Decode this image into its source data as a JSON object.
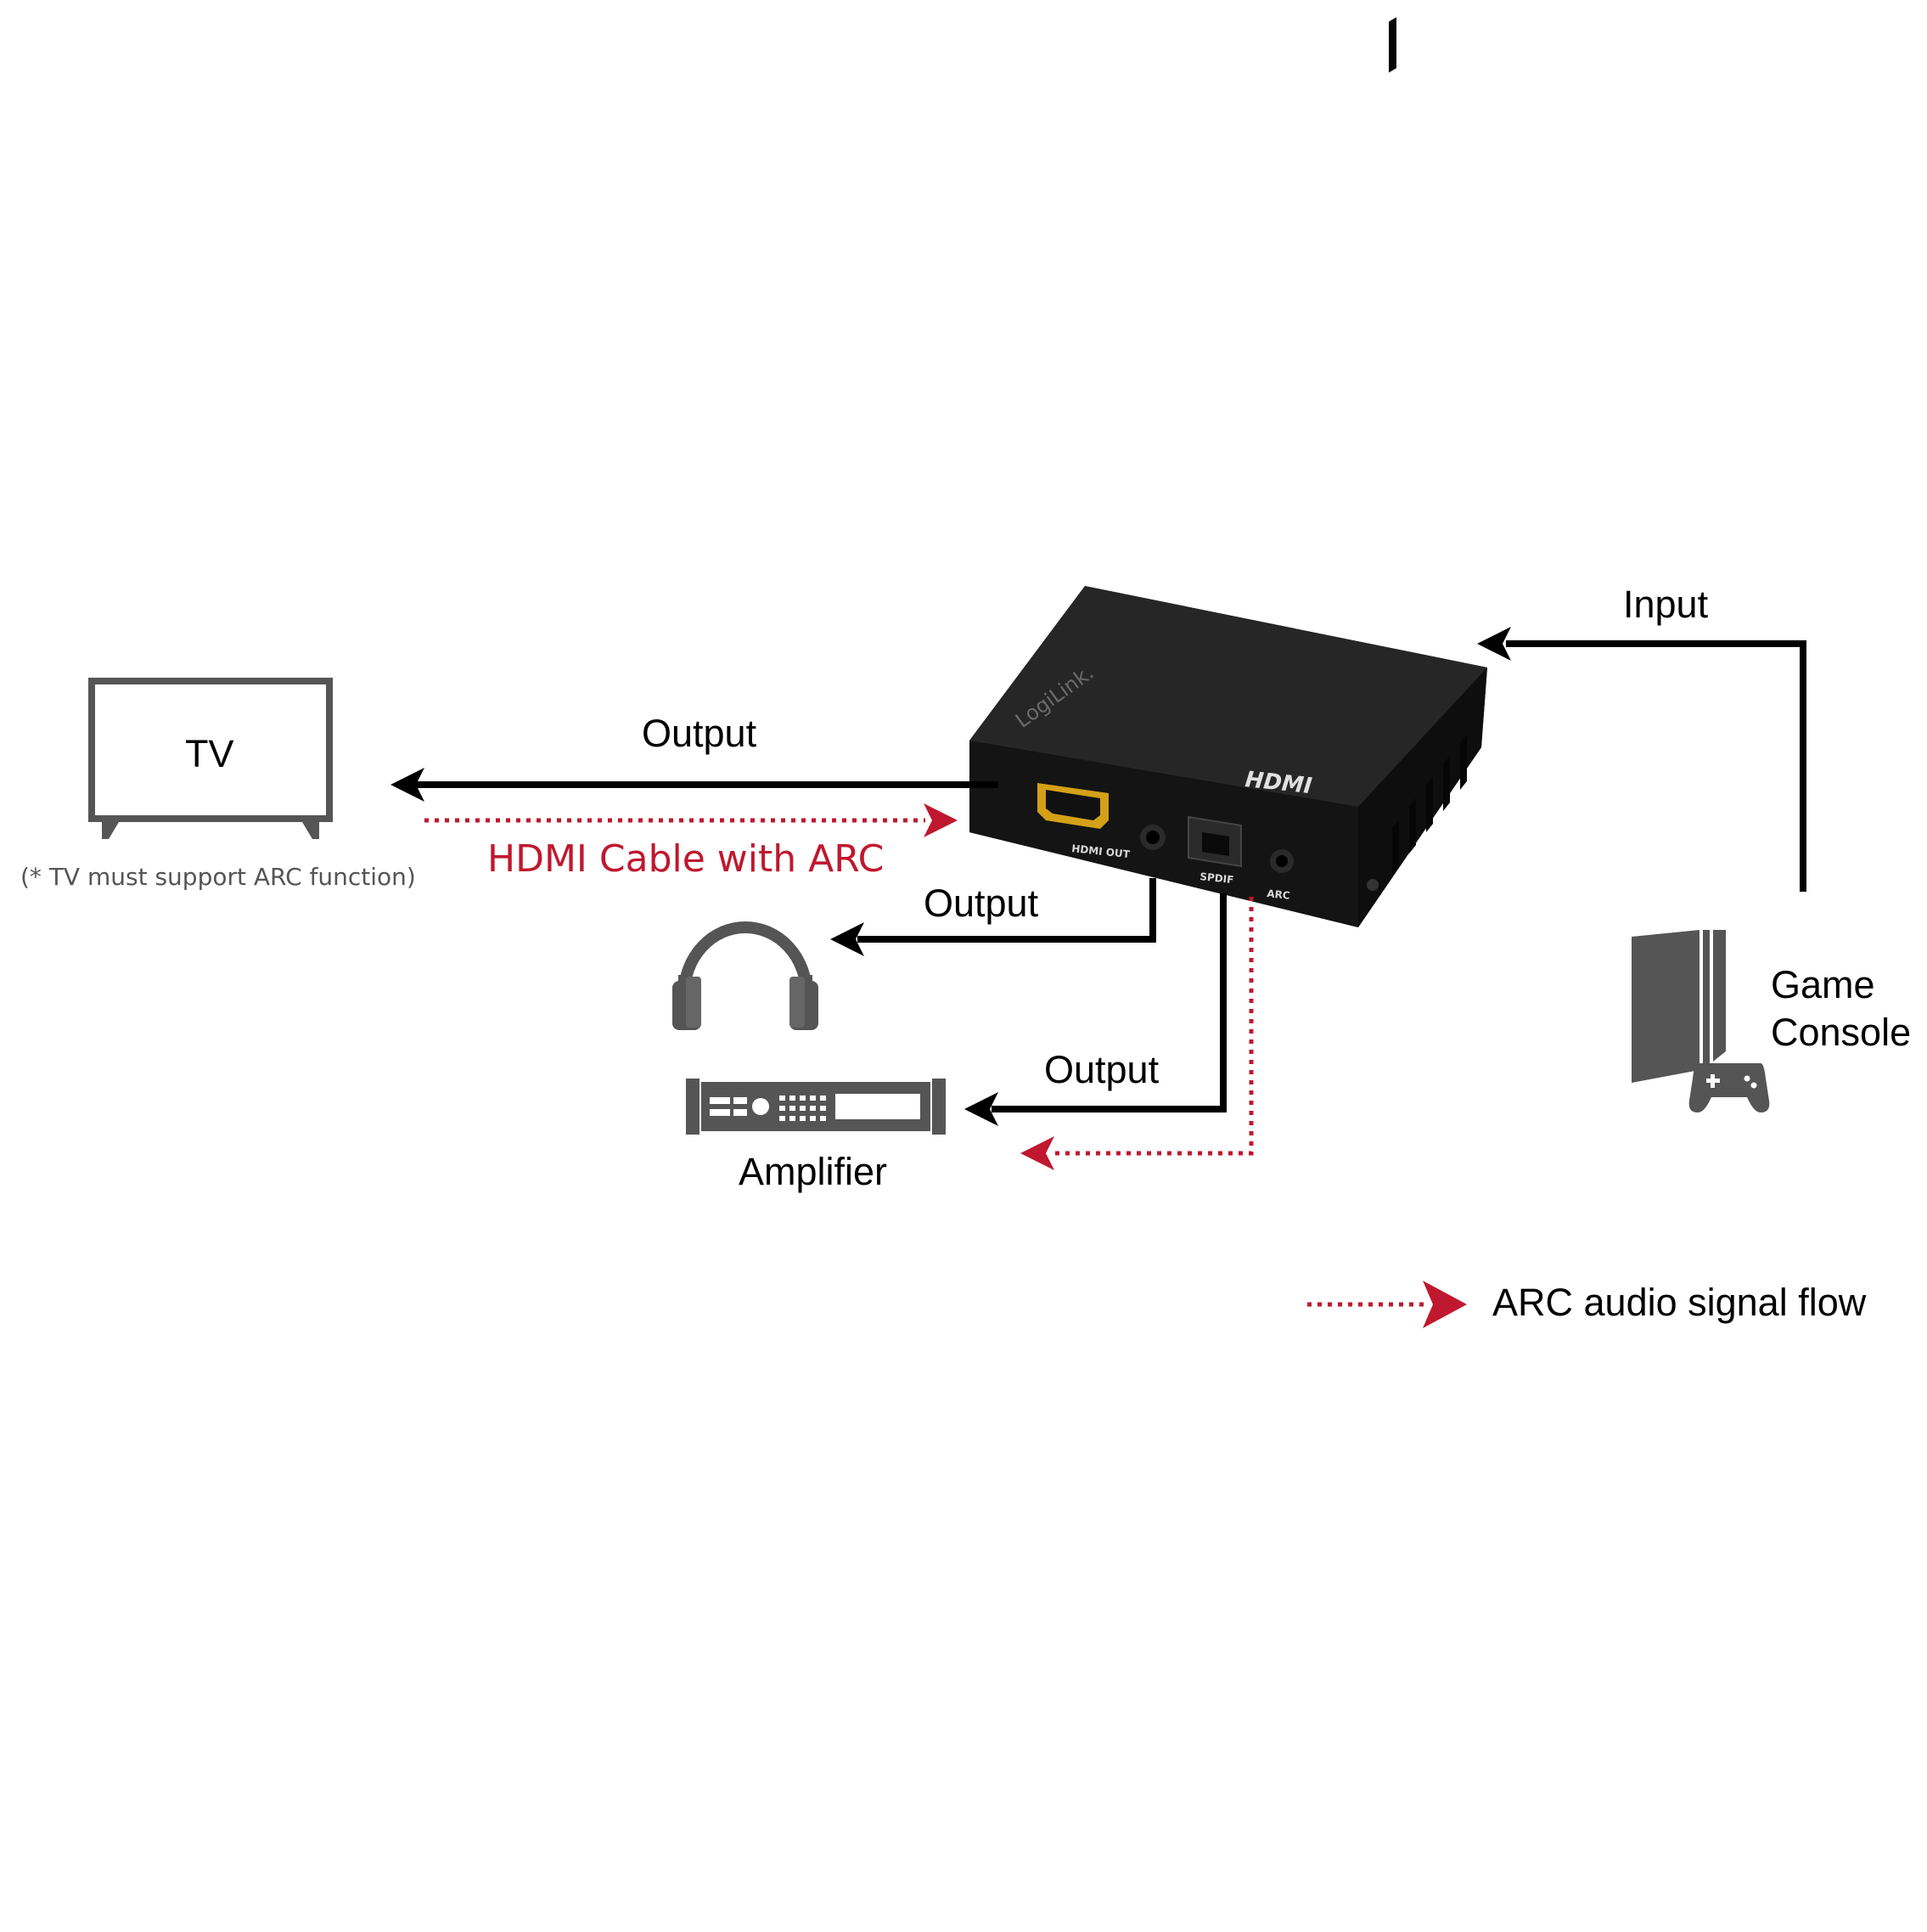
{
  "labels": {
    "tv": "TV",
    "tv_note": "(* TV must support ARC function)",
    "output_tv": "Output",
    "hdmi_cable": "HDMI Cable with ARC",
    "output_headphones": "Output",
    "output_amplifier": "Output",
    "amplifier": "Amplifier",
    "input": "Input",
    "game_console_line1": "Game",
    "game_console_line2": "Console",
    "legend": "ARC audio signal flow"
  },
  "device": {
    "brand": "LogiLink.",
    "logo": "HDMI",
    "port_hdmi_out": "HDMI OUT",
    "port_spdif": "SPDIF",
    "port_arc": "ARC"
  },
  "colors": {
    "signal_line": "#000000",
    "arc_flow": "#c0182e",
    "icon_gray": "#555555",
    "device_body": "#1a1a1a"
  }
}
